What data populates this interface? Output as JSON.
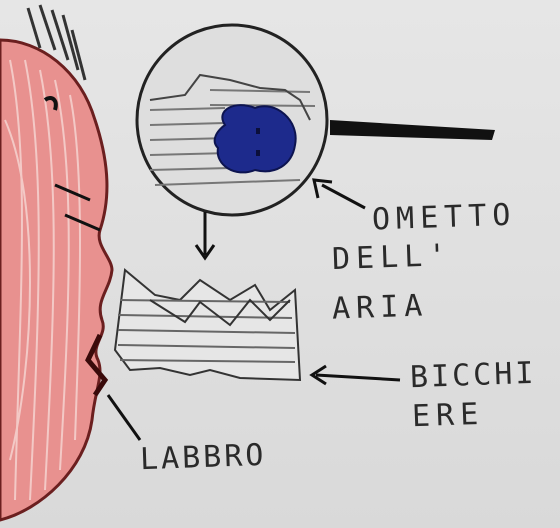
{
  "labels": {
    "ometto_line1": "OMETTO",
    "ometto_line2": "DELL'",
    "ometto_line3": "ARIA",
    "bicchiere_line1": "BICCHI",
    "bicchiere_line2": "ERE",
    "labbro": "LABBRO"
  },
  "colors": {
    "background": "#dcdcdc",
    "face": "#e8918f",
    "face_lines": "#f3c9c6",
    "ometto_blue": "#1d2a8c",
    "ink": "#222222"
  }
}
